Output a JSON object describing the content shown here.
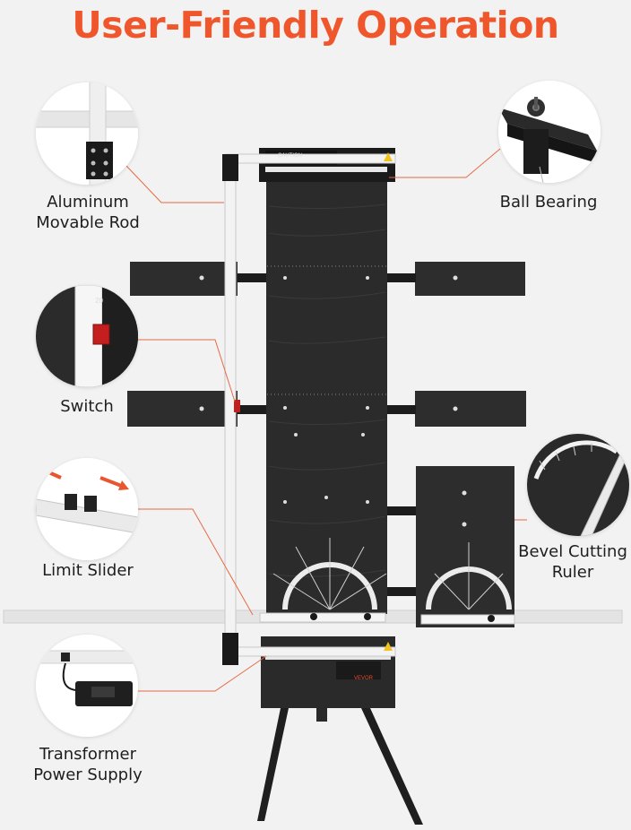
{
  "title": "User-Friendly Operation",
  "accent_color": "#f0562b",
  "callouts": {
    "aluminum_rod": {
      "line1": "Aluminum",
      "line2": "Movable Rod"
    },
    "ball_bearing": {
      "line1": "Ball Bearing"
    },
    "switch": {
      "line1": "Switch"
    },
    "limit_slider": {
      "line1": "Limit Slider"
    },
    "bevel_ruler": {
      "line1": "Bevel Cutting",
      "line2": "Ruler"
    },
    "transformer": {
      "line1": "Transformer",
      "line2": "Power Supply"
    }
  },
  "product_text": {
    "caution": "CAUTION",
    "brand": "VEVOR",
    "brand_small": "VEVOR"
  },
  "icons": [
    "aluminum-rod-detail-icon",
    "ball-bearing-detail-icon",
    "switch-detail-icon",
    "limit-slider-detail-icon",
    "bevel-ruler-detail-icon",
    "power-supply-detail-icon",
    "warning-triangle-icon"
  ]
}
